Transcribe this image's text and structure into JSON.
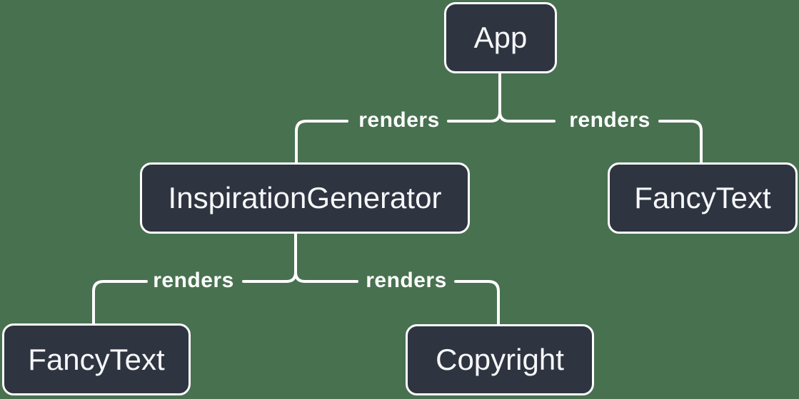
{
  "diagram": {
    "type": "tree",
    "description_colors": {
      "background": "#487150",
      "node_fill": "#2e3440",
      "node_border": "#ffffff",
      "node_text": "#f6f7f9",
      "connector": "#ffffff",
      "edge_label_text": "#ffffff"
    },
    "nodes": [
      {
        "id": "app",
        "label": "App"
      },
      {
        "id": "inspiration-generator",
        "label": "InspirationGenerator"
      },
      {
        "id": "fancy-text-top",
        "label": "FancyText"
      },
      {
        "id": "fancy-text-bottom",
        "label": "FancyText"
      },
      {
        "id": "copyright",
        "label": "Copyright"
      }
    ],
    "edges": [
      {
        "from": "App",
        "to": "InspirationGenerator",
        "label": "renders"
      },
      {
        "from": "App",
        "to": "FancyText",
        "label": "renders"
      },
      {
        "from": "InspirationGenerator",
        "to": "FancyText",
        "label": "renders"
      },
      {
        "from": "InspirationGenerator",
        "to": "Copyright",
        "label": "renders"
      }
    ]
  }
}
